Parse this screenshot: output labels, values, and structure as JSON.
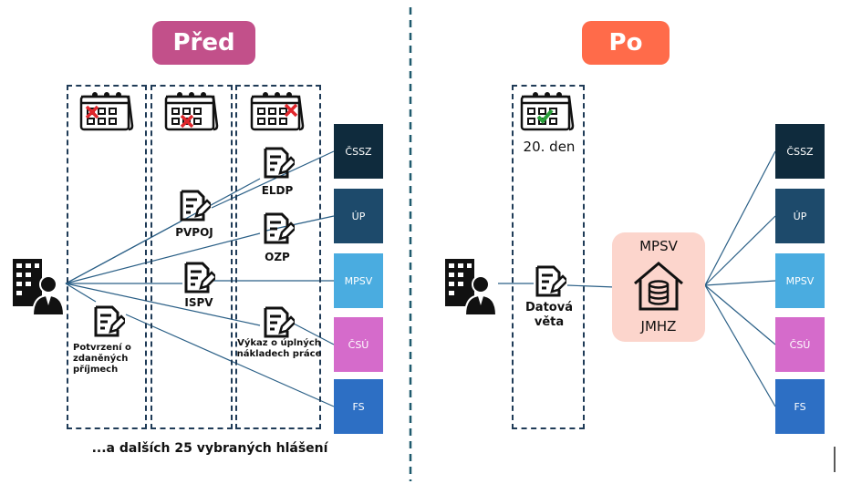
{
  "before": {
    "heading": "Před",
    "heading_color": "#c2508a",
    "footer": "...a dalších 25 vybraných hlášení",
    "reports": {
      "pvpoj": "PVPOJ",
      "eldp": "ELDP",
      "ozp": "OZP",
      "ispv": "ISPV",
      "potvrzeni": [
        "Potvrzení o",
        "zdaněných",
        "příjmech"
      ],
      "vykaz": [
        "Výkaz o úplných",
        "nákladech práce"
      ]
    }
  },
  "after": {
    "heading": "Po",
    "heading_color": "#ff6b4a",
    "deadline": "20. den",
    "datova_veta": [
      "Datová",
      "věta"
    ],
    "hub_top": "MPSV",
    "hub_bottom": "JMHZ",
    "hub_color": "#fcd5cc"
  },
  "institutions": [
    {
      "name": "ČSSZ",
      "color": "#0f2b3d"
    },
    {
      "name": "ÚP",
      "color": "#1d4a6b"
    },
    {
      "name": "MPSV",
      "color": "#4aace0"
    },
    {
      "name": "ČSÚ",
      "color": "#d56bcb"
    },
    {
      "name": "FS",
      "color": "#2d6fc4"
    }
  ],
  "icons": [
    "calendar-icon",
    "document-edit-icon",
    "employer-building-icon",
    "database-house-icon"
  ]
}
